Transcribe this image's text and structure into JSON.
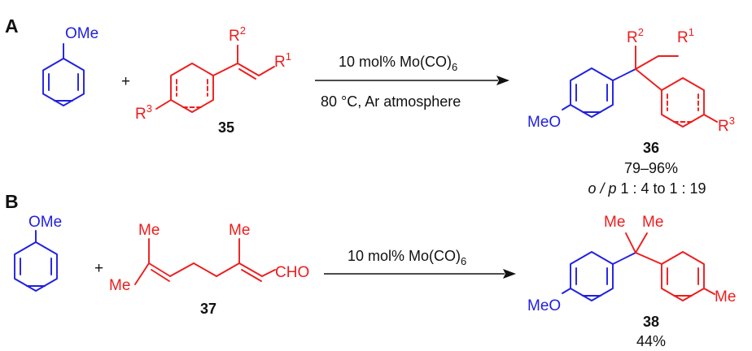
{
  "colors": {
    "reactant_a": "#1f1fe0",
    "reactant_b": "#ee1c1c",
    "text": "#111111"
  },
  "panel_a": {
    "letter": "A",
    "anisole_label": "OMe",
    "plus": "+",
    "alkene": {
      "r2": "R",
      "r2_sup": "2",
      "r1": "R",
      "r1_sup": "1",
      "r3": "R",
      "r3_sup": "3",
      "number": "35"
    },
    "conditions_above": "10 mol% Mo(CO)",
    "conditions_above_sub": "6",
    "conditions_below": "80 °C, Ar atmosphere",
    "product": {
      "meo": "MeO",
      "r2": "R",
      "r2_sup": "2",
      "r1": "R",
      "r1_sup": "1",
      "r3": "R",
      "r3_sup": "3",
      "number": "36",
      "yield": "79–96%",
      "ratio_italic": "o / p",
      "ratio": " 1 : 4 to 1 : 19"
    }
  },
  "panel_b": {
    "letter": "B",
    "anisole_label": "OMe",
    "plus": "+",
    "aldehyde": {
      "me_left": "Me",
      "me_top_left": "Me",
      "me_top_right": "Me",
      "cho": "CHO",
      "number": "37"
    },
    "conditions_above": "10 mol% Mo(CO)",
    "conditions_above_sub": "6",
    "product": {
      "meo": "MeO",
      "me_top_left": "Me",
      "me_top_right": "Me",
      "me_right": "Me",
      "number": "38",
      "yield": "44%"
    }
  }
}
